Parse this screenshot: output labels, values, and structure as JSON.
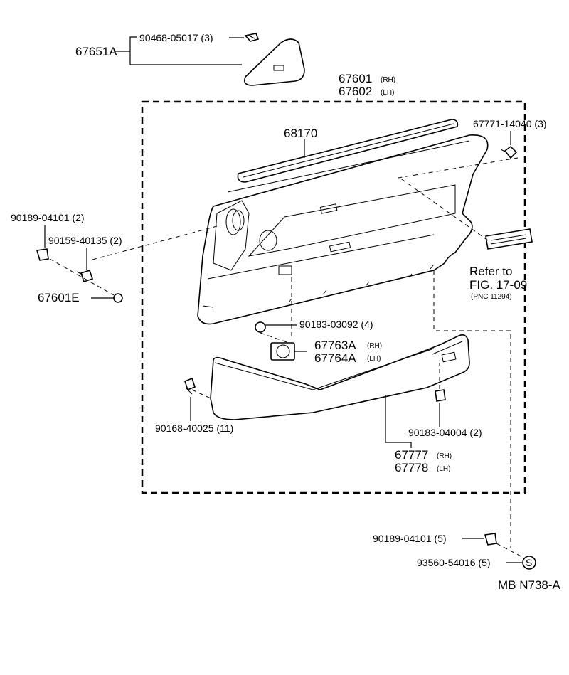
{
  "diagram": {
    "labels": {
      "p67651a": "67651A",
      "p90468": "90468-05017 (3)",
      "p67601_num": "67601",
      "p67601_side": "(RH)",
      "p67602_num": "67602",
      "p67602_side": "(LH)",
      "p68170": "68170",
      "p67771": "67771-14040 (3)",
      "p90189_top": "90189-04101 (2)",
      "p90159": "90159-40135 (2)",
      "p67601e": "67601E",
      "refer1": "Refer to",
      "refer2": "FIG. 17-09",
      "refer3": "(PNC 11294)",
      "p90183_03092": "90183-03092 (4)",
      "p67763a_num": "67763A",
      "p67763a_side": "(RH)",
      "p67764a_num": "67764A",
      "p67764a_side": "(LH)",
      "p90168": "90168-40025 (11)",
      "p90183_04004": "90183-04004 (2)",
      "p67777_num": "67777",
      "p67777_side": "(RH)",
      "p67778_num": "67778",
      "p67778_side": "(LH)",
      "p90189_bot": "90189-04101 (5)",
      "p93560": "93560-54016 (5)",
      "s_symbol": "S",
      "footer": "MB  N738-A"
    }
  }
}
